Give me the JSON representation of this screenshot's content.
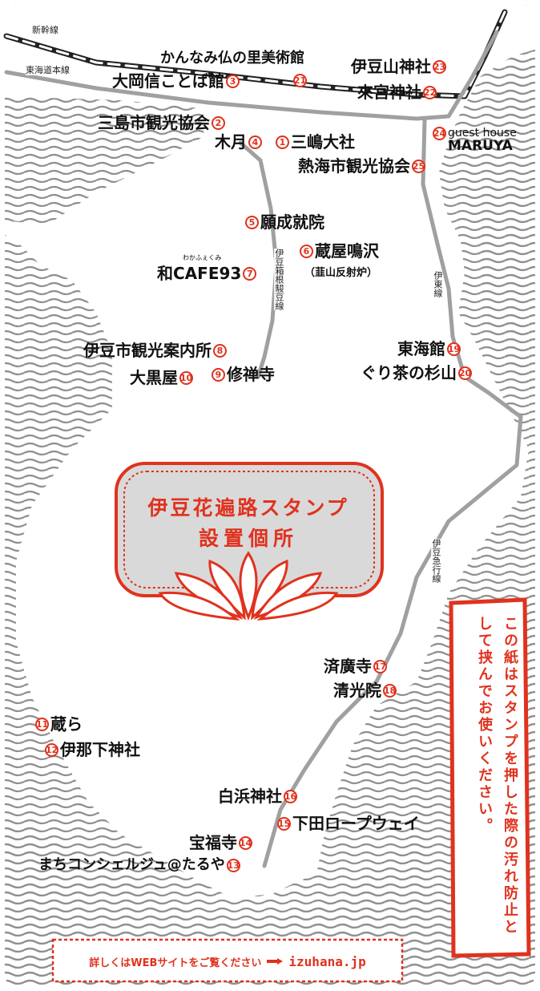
{
  "colors": {
    "accent": "#e0321e",
    "sea": "#8f8f8f",
    "line": "#a0a0a0"
  },
  "rails": {
    "shinkansen": "新幹線",
    "tokaido": "東海道本線",
    "hakone": "伊豆箱根駿豆線",
    "ito": "伊東線",
    "kyuko": "伊豆急行線"
  },
  "stamp": {
    "line1": "伊豆花遍路スタンプ",
    "line2": "設置個所"
  },
  "side_note": "この紙はスタンプを押した際の汚れ防止として挟んでお使いください。",
  "footer": {
    "text": "詳しくはWEBサイトをご覧ください",
    "url": "izuhana.jp"
  },
  "spots": {
    "s1": {
      "num": "1",
      "name": "三嶋大社"
    },
    "s2": {
      "num": "2",
      "name": "三島市観光協会"
    },
    "s3": {
      "num": "3",
      "name": "大岡信ことば館"
    },
    "s4": {
      "num": "4",
      "name": "木月"
    },
    "s5": {
      "num": "5",
      "name": "願成就院"
    },
    "s6": {
      "num": "6",
      "name": "蔵屋鳴沢",
      "sub": "（韮山反射炉）"
    },
    "s7": {
      "num": "7",
      "name": "和CAFE93",
      "ruby": "わかふぇくみ"
    },
    "s8": {
      "num": "8",
      "name": "伊豆市観光案内所"
    },
    "s9": {
      "num": "9",
      "name": "修禅寺"
    },
    "s10": {
      "num": "10",
      "name": "大黒屋"
    },
    "s11": {
      "num": "11",
      "name": "蔵ら"
    },
    "s12": {
      "num": "12",
      "name": "伊那下神社"
    },
    "s13": {
      "num": "13",
      "name": "まちコンシェルジュ@たるや"
    },
    "s14": {
      "num": "14",
      "name": "宝福寺"
    },
    "s15": {
      "num": "15",
      "name": "下田ロープウェイ"
    },
    "s16": {
      "num": "16",
      "name": "白浜神社"
    },
    "s17": {
      "num": "17",
      "name": "済廣寺"
    },
    "s18": {
      "num": "18",
      "name": "清光院"
    },
    "s19": {
      "num": "19",
      "name": "東海館"
    },
    "s20": {
      "num": "20",
      "name": "ぐり茶の杉山"
    },
    "s21": {
      "num": "21",
      "name": "かんなみ仏の里美術館"
    },
    "s22": {
      "num": "22",
      "name": "來宮神社"
    },
    "s23": {
      "num": "23",
      "name": "伊豆山神社"
    },
    "s24": {
      "num": "24",
      "name": "guest house",
      "sub": "MARUYA"
    },
    "s25": {
      "num": "25",
      "name": "熱海市観光協会"
    }
  }
}
